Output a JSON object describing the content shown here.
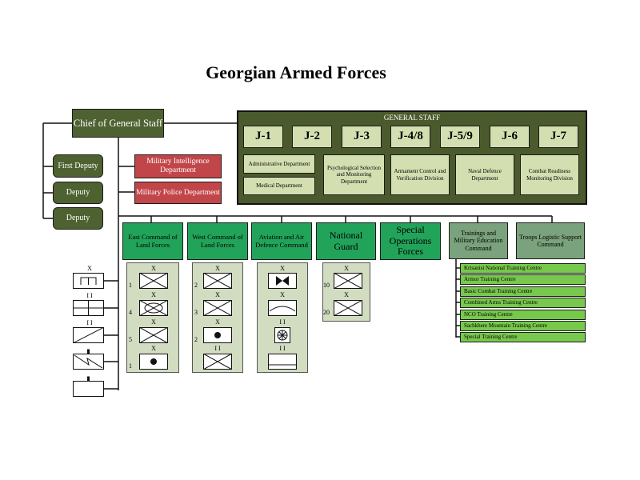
{
  "title": "Georgian Armed Forces",
  "chief": "Chief of General Staff",
  "deputies": [
    "First Deputy",
    "Deputy",
    "Deputy"
  ],
  "departments_left": [
    "Military Intelligence Department",
    "Military Police Department"
  ],
  "general_staff": {
    "label": "GENERAL STAFF",
    "j_boxes": [
      "J-1",
      "J-2",
      "J-3",
      "J-4/8",
      "J-5/9",
      "J-6",
      "J-7"
    ],
    "departments": {
      "administrative": "Administrative Department",
      "medical": "Medical Department",
      "psychological": "Psychological Selection and Monitoring Department",
      "armament": "Armament Control and Verification Division",
      "naval": "Naval Defence Department",
      "combat": "Combat Readiness Monitoring Division"
    }
  },
  "commands": [
    "East Command of Land Forces",
    "West Command of Land Forces",
    "Aviation and Air Defence Command",
    "National Guard",
    "Special Operations Forces",
    "Trainings and Military Education Command",
    "Troops Logistic Support Command"
  ],
  "east_units": [
    {
      "size": "X",
      "num": "1"
    },
    {
      "size": "X",
      "num": "4"
    },
    {
      "size": "X",
      "num": "5"
    },
    {
      "size": "X",
      "num": "1"
    }
  ],
  "west_units": [
    {
      "size": "X",
      "num": "2"
    },
    {
      "size": "X",
      "num": "3"
    },
    {
      "size": "X",
      "num": "2"
    },
    {
      "size": "I I",
      "num": ""
    }
  ],
  "aviation_units": [
    {
      "size": "X"
    },
    {
      "size": "X"
    },
    {
      "size": "I I"
    },
    {
      "size": "I I"
    }
  ],
  "guard_units": [
    {
      "size": "X",
      "num": "10"
    },
    {
      "size": "X",
      "num": "20"
    }
  ],
  "direct_units": [
    {
      "size": "X"
    },
    {
      "size": "I I"
    },
    {
      "size": "I I"
    },
    {
      "size": ""
    },
    {
      "size": ""
    }
  ],
  "training_centres": [
    "Krtsanisi National Training Centre",
    "Armor Training Centre",
    "Basic Combat Training Centre",
    "Combined Arms Training Centre",
    "NCO Training Centre",
    "Sachkhere Mountain Training Centre",
    "Special Training Centre"
  ]
}
